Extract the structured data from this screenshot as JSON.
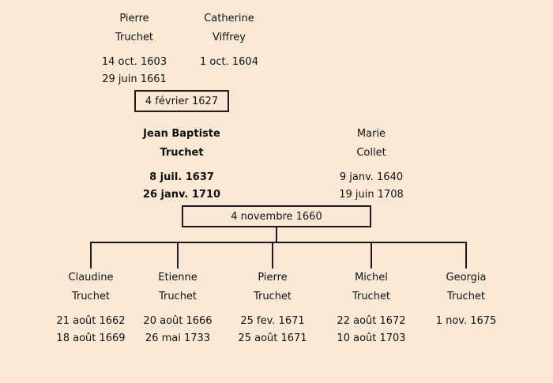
{
  "colors": {
    "background": "#fbe9d6",
    "line": "#1c1c1c",
    "text": "#111111"
  },
  "tree": {
    "generation1": {
      "father": {
        "first_name": "Pierre",
        "last_name": "Truchet",
        "birth": "14 oct. 1603",
        "death": "29 juin 1661"
      },
      "mother": {
        "first_name": "Catherine",
        "last_name": "Viffrey",
        "birth": "1 oct. 1604",
        "death": ""
      },
      "marriage_date": "4 février 1627"
    },
    "generation2": {
      "father": {
        "first_name": "Jean Baptiste",
        "last_name": "Truchet",
        "birth": "8 juil. 1637",
        "death": "26 janv. 1710"
      },
      "mother": {
        "first_name": "Marie",
        "last_name": "Collet",
        "birth": "9 janv. 1640",
        "death": "19 juin 1708"
      },
      "marriage_date": "4 novembre 1660"
    },
    "children": [
      {
        "first_name": "Claudine",
        "last_name": "Truchet",
        "birth": "21 août 1662",
        "death": "18 août 1669"
      },
      {
        "first_name": "Etienne",
        "last_name": "Truchet",
        "birth": "20 août 1666",
        "death": "26 mai 1733"
      },
      {
        "first_name": "Pierre",
        "last_name": "Truchet",
        "birth": "25 fev. 1671",
        "death": "25 août 1671"
      },
      {
        "first_name": "Michel",
        "last_name": "Truchet",
        "birth": "22 août 1672",
        "death": "10 août 1703"
      },
      {
        "first_name": "Georgia",
        "last_name": "Truchet",
        "birth": "1 nov. 1675",
        "death": ""
      }
    ]
  }
}
